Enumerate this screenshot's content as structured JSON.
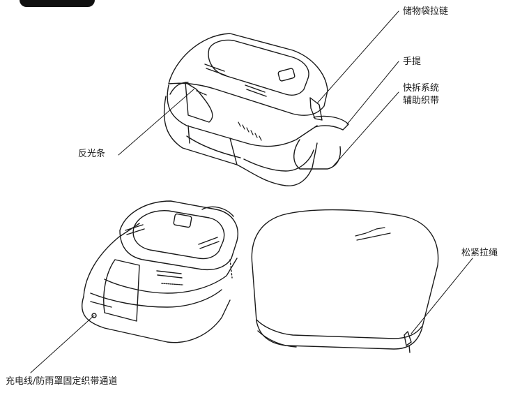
{
  "labels": {
    "storage_zipper": "储物袋拉链",
    "handle": "手提",
    "quick_release_line1": "快拆系统",
    "quick_release_line2": "辅助织带",
    "reflective_strip": "反光条",
    "drawcord": "松紧拉绳",
    "charging_channel": "充电线/防雨罩固定织带通道"
  },
  "colors": {
    "line": "#1a1a1a",
    "fill": "#ffffff",
    "tag": "#111111"
  }
}
